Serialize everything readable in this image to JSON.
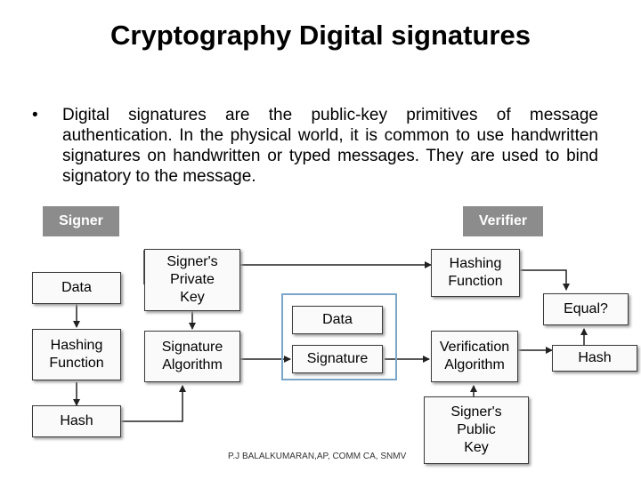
{
  "slide": {
    "title": "Cryptography Digital signatures",
    "bullet_symbol": "•",
    "bullet_text": "Digital signatures are the public-key primitives of message authentication. In the physical world, it is common to use handwritten signatures on handwritten or typed messages. They are used to bind signatory to the message.",
    "footer": "P.J BALALKUMARAN,AP, COMM CA, SNMV"
  },
  "diagram": {
    "signer_header": "Signer",
    "verifier_header": "Verifier",
    "signer_data": "Data",
    "signer_hashing": "Hashing\nFunction",
    "signer_hash": "Hash",
    "private_key": "Signer's\nPrivate\nKey",
    "signature_algorithm": "Signature\nAlgorithm",
    "msg_data": "Data",
    "msg_signature": "Signature",
    "verifier_hashing": "Hashing\nFunction",
    "verification_algorithm": "Verification\nAlgorithm",
    "public_key": "Signer's\nPublic\nKey",
    "equal": "Equal?",
    "verifier_hash": "Hash"
  }
}
